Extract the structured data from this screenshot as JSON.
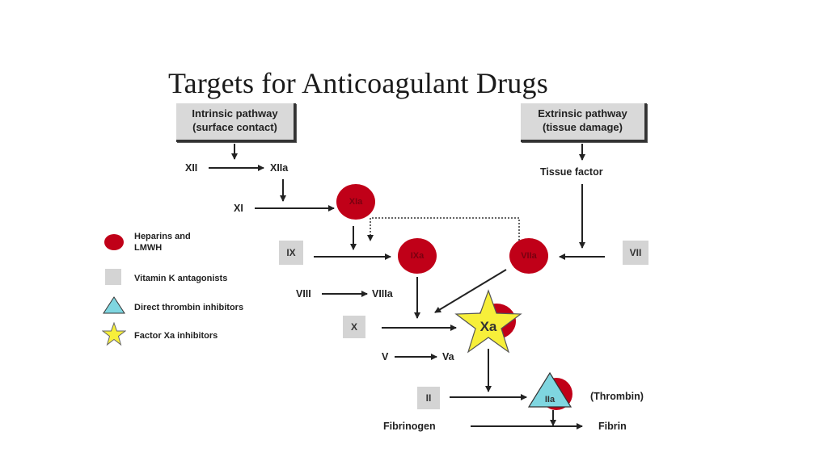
{
  "title": "Targets for Anticoagulant Drugs",
  "intrinsic": {
    "line1": "Intrinsic pathway",
    "line2": "(surface contact)"
  },
  "extrinsic": {
    "line1": "Extrinsic pathway",
    "line2": "(tissue damage)"
  },
  "factors": {
    "XII": "XII",
    "XIIa": "XIIa",
    "XI": "XI",
    "XIa": "XIa",
    "IX": "IX",
    "IXa": "IXa",
    "VII": "VII",
    "VIIa": "VIIa",
    "VIII": "VIII",
    "VIIIa": "VIIIa",
    "X": "X",
    "Xa": "Xa",
    "V": "V",
    "Va": "Va",
    "II": "II",
    "IIa": "IIa",
    "tissue_factor": "Tissue factor",
    "thrombin": "(Thrombin)",
    "fibrinogen": "Fibrinogen",
    "fibrin": "Fibrin"
  },
  "legend": {
    "heparins_line1": "Heparins and",
    "heparins_line2": "LMWH",
    "vitk": "Vitamin K antagonists",
    "thrombin_inh": "Direct thrombin inhibitors",
    "xa_inh": "Factor Xa inhibitors"
  },
  "colors": {
    "heparin": "#c00018",
    "vitk": "#d4d4d4",
    "thrombin_inh": "#7fd6e0",
    "xa_inh": "#f7ef3a"
  }
}
